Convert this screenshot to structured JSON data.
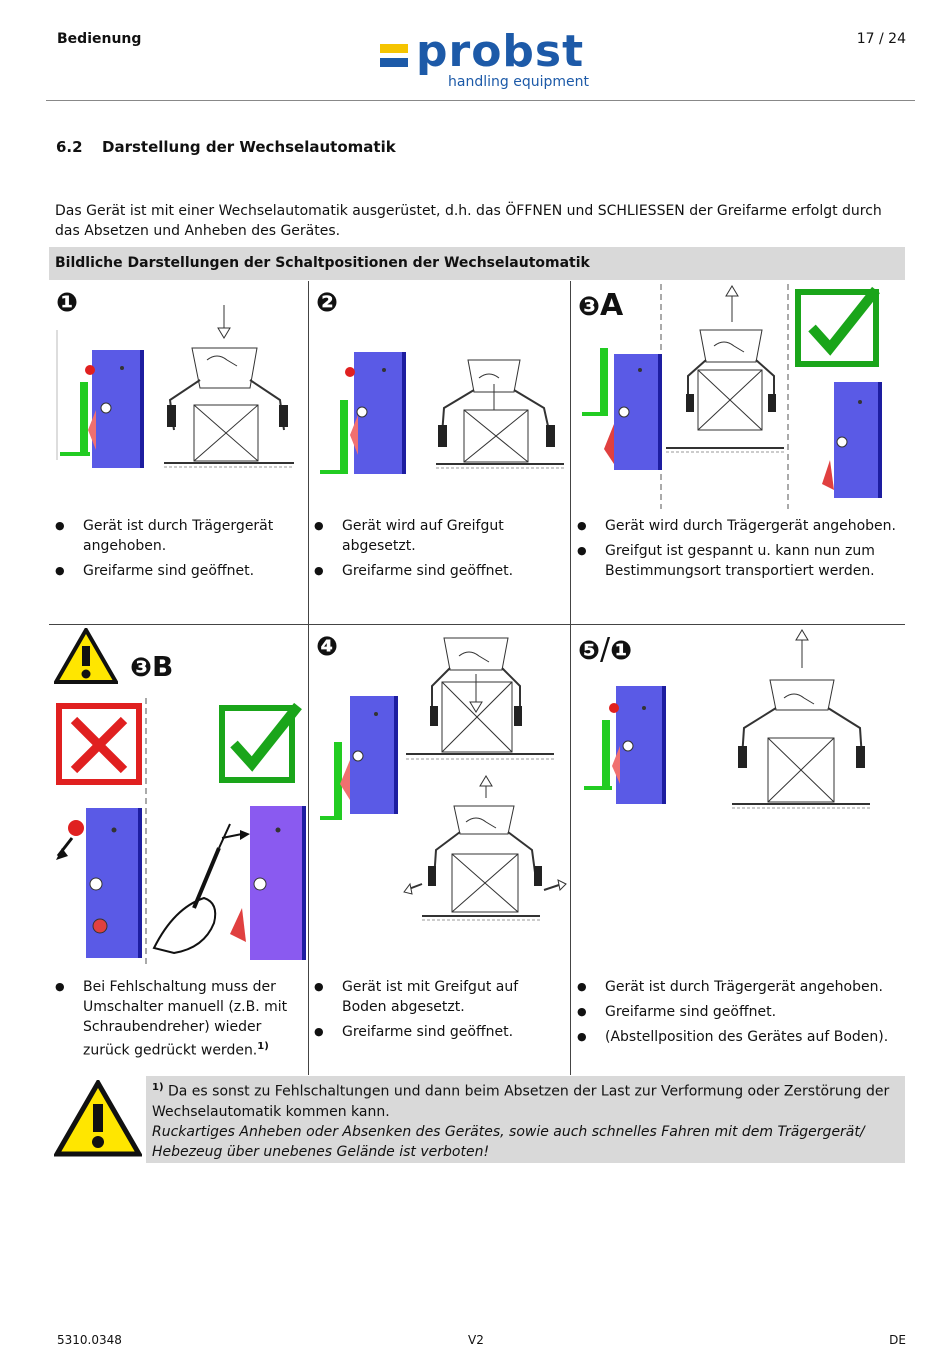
{
  "header": {
    "left": "Bedienung",
    "page": "17 / 24",
    "logo_word": "probst",
    "logo_sub": "handling equipment"
  },
  "section": {
    "number": "6.2",
    "title": "Darstellung der Wechselautomatik"
  },
  "intro": "Das Gerät ist mit einer Wechselautomatik ausgerüstet, d.h. das ÖFFNEN und SCHLIESSEN der Greifarme erfolgt durch das Absetzen und Anheben des Gerätes.",
  "table_title": "Bildliche Darstellungen der Schaltpositionen der Wechselautomatik",
  "cells": {
    "c1": {
      "num": "❶",
      "bullets": [
        "Gerät ist durch Trägergerät angehoben.",
        "Greifarme sind geöffnet."
      ]
    },
    "c2": {
      "num": "❷",
      "bullets": [
        "Gerät wird auf Greifgut abgesetzt.",
        "Greifarme sind geöffnet."
      ]
    },
    "c3": {
      "num": "❸",
      "suffix": "A",
      "bullets": [
        "Gerät wird durch Trägergerät angehoben.",
        "Greifgut ist gespannt u. kann nun zum Bestimmungsort transportiert werden."
      ]
    },
    "c4": {
      "num": "❸",
      "suffix": "B",
      "bullets": [
        "Bei Fehlschaltung muss der Umschalter manuell (z.B. mit Schraubendreher) wieder zurück gedrückt werden."
      ],
      "footnote_mark": "1)"
    },
    "c5": {
      "num": "❹",
      "bullets": [
        "Gerät ist mit Greifgut auf Boden abgesetzt.",
        "Greifarme sind geöffnet."
      ]
    },
    "c6": {
      "num": "❺",
      "sep": "/",
      "num2": "❶",
      "bullets": [
        "Gerät ist durch Trägergerät angehoben.",
        "Greifarme sind geöffnet.",
        "(Abstellposition des Gerätes auf Boden)."
      ]
    }
  },
  "note": {
    "mark": "1)",
    "line1": "Da es sonst zu Fehlschaltungen und dann beim Absetzen der Last zur Verformung oder Zerstörung der Wechselautomatik kommen kann.",
    "line2": "Ruckartiges Anheben oder Absenken des Gerätes, sowie auch schnelles Fahren mit dem Trägergerät/ Hebezeug über unebenes Gelände ist verboten!"
  },
  "footer": {
    "left": "5310.0348",
    "center": "V2",
    "right": "DE"
  },
  "colors": {
    "brand_blue": "#1d5aa8",
    "brand_yellow": "#f5c400",
    "device_blue": "#5a5ae6",
    "switch_green": "#22cc22",
    "check_green": "#1aa51a",
    "error_red": "#e02020"
  }
}
